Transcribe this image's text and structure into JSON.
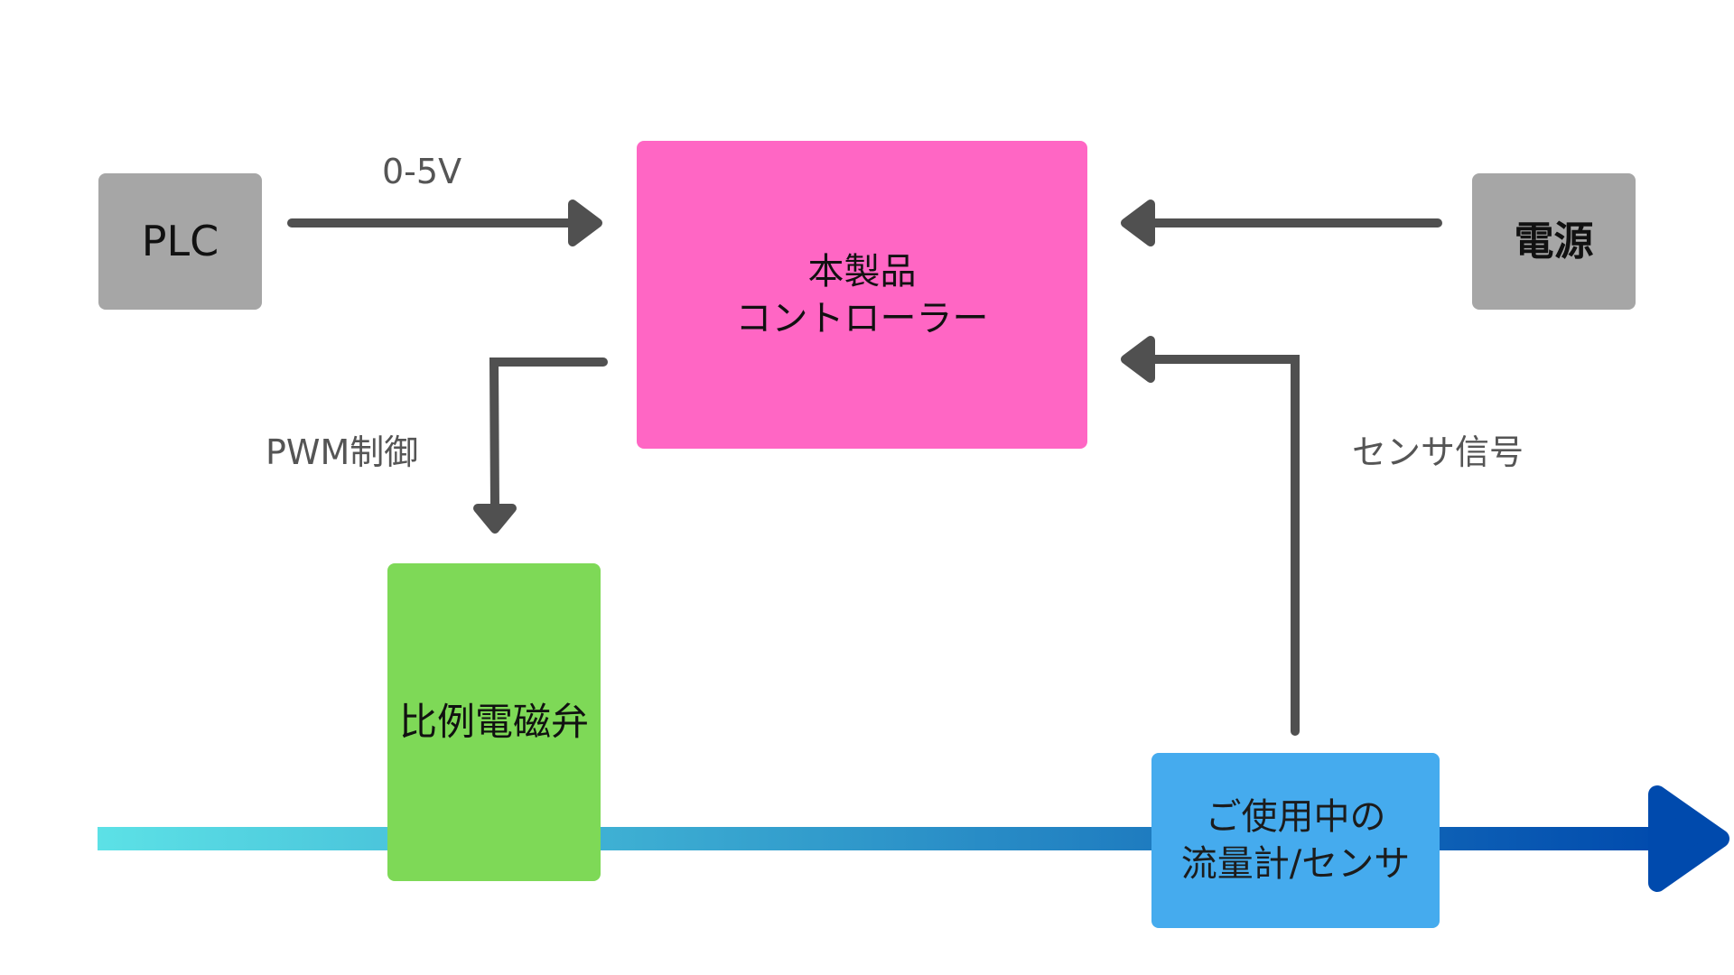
{
  "nodes": {
    "plc": {
      "label": "PLC",
      "color": "#a6a6a6"
    },
    "power": {
      "label": "電源",
      "color": "#a6a6a6"
    },
    "controller": {
      "label": "本製品\nコントローラー",
      "color": "#ff66c4"
    },
    "valve": {
      "label": "比例電磁弁",
      "color": "#7ed957"
    },
    "sensor": {
      "label": "ご使用中の\n流量計/センサ",
      "color": "#45abee"
    }
  },
  "edges": {
    "plc_to_controller": {
      "label": "0-5V"
    },
    "controller_to_valve": {
      "label": "PWM制御"
    },
    "sensor_to_controller": {
      "label": "センサ信号"
    },
    "power_to_controller": {
      "label": ""
    }
  },
  "colors": {
    "arrow": "#505050",
    "edge_text": "#555555",
    "flow_start": "#5ce1e6",
    "flow_end": "#004aad"
  }
}
